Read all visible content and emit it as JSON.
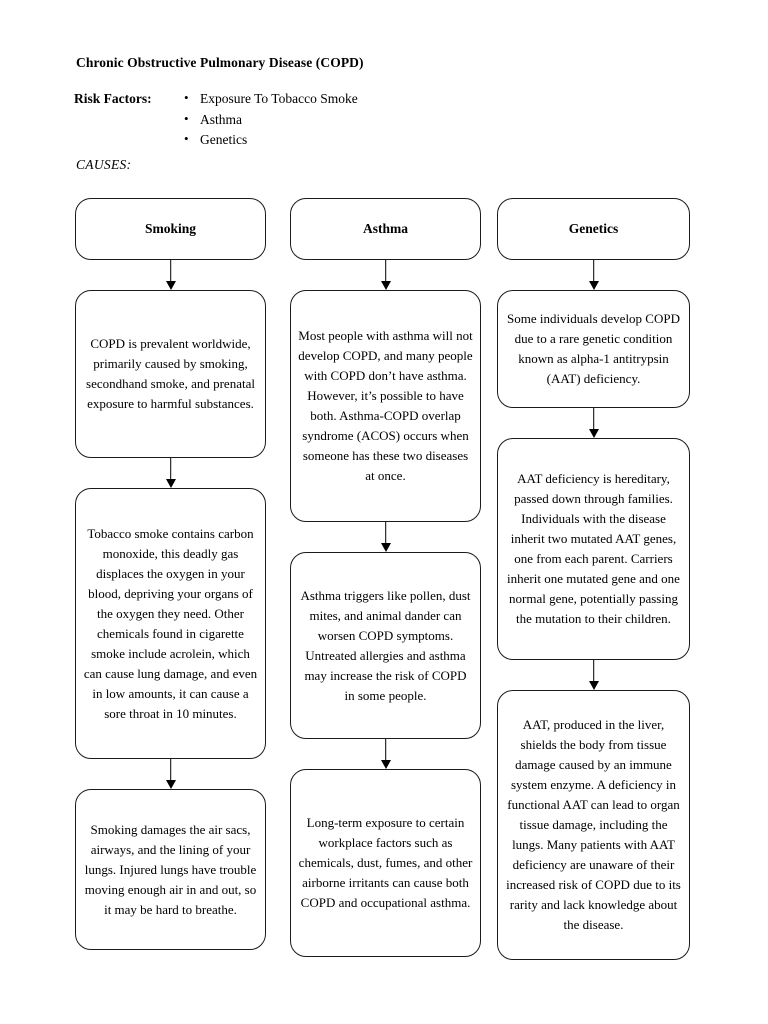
{
  "title": "Chronic Obstructive Pulmonary Disease (COPD)",
  "risk_factors": {
    "label": "Risk Factors:",
    "bullet_glyph": "•",
    "items": [
      "Exposure To Tobacco Smoke",
      "Asthma",
      "Genetics"
    ]
  },
  "causes_label": "CAUSES:",
  "colors": {
    "page_background": "#ffffff",
    "ink": "#000000",
    "box_border": "#1b1b1b"
  },
  "flowchart": {
    "columns": [
      {
        "header": "Smoking",
        "boxes": [
          "COPD is prevalent worldwide, primarily caused by smoking, secondhand smoke, and prenatal exposure to harmful substances.",
          "Tobacco smoke contains carbon monoxide, this deadly gas displaces the oxygen in your blood, depriving your organs of the oxygen they need. Other chemicals found in cigarette smoke include acrolein, which can cause lung damage, and even in low amounts, it can cause a sore throat in 10 minutes.",
          "Smoking damages the air sacs, airways, and the lining of your lungs. Injured lungs have trouble moving enough air in and out, so it may be hard to breathe."
        ]
      },
      {
        "header": "Asthma",
        "boxes": [
          "Most people with asthma will not develop COPD, and many people with COPD don’t have asthma. However, it’s possible to have both. Asthma-COPD overlap syndrome (ACOS) occurs when someone has these two diseases at once.",
          "Asthma triggers like pollen, dust mites, and animal dander can worsen COPD symptoms. Untreated allergies and asthma may increase the risk of COPD in some people.",
          "Long-term exposure to certain workplace factors such as chemicals, dust, fumes, and other airborne irritants can cause both COPD and occupational asthma."
        ]
      },
      {
        "header": "Genetics",
        "boxes": [
          "Some individuals develop COPD due to a rare genetic condition known as alpha-1 antitrypsin (AAT) deficiency.",
          "AAT deficiency is hereditary, passed down through families. Individuals with the disease inherit two mutated AAT genes, one from each parent. Carriers inherit one mutated gene and one normal gene, potentially passing the mutation to their children.",
          "AAT, produced in the liver, shields the body from tissue damage caused by an immune system enzyme. A deficiency in functional AAT can lead to organ tissue damage, including the lungs. Many patients with AAT deficiency are unaware of their increased risk of COPD due to its rarity and lack knowledge about the disease."
        ]
      }
    ]
  }
}
